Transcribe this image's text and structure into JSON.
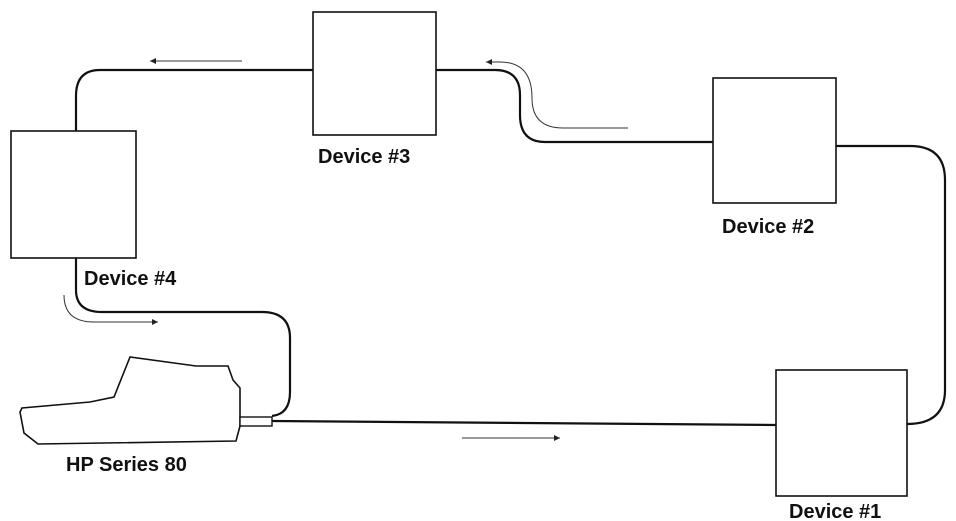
{
  "diagram": {
    "devices": [
      {
        "id": "device-1",
        "label": "Device #1"
      },
      {
        "id": "device-2",
        "label": "Device #2"
      },
      {
        "id": "device-3",
        "label": "Device #3"
      },
      {
        "id": "device-4",
        "label": "Device #4"
      }
    ],
    "controller": {
      "label": "HP Series 80"
    },
    "colors": {
      "line": "#111111",
      "background": "#ffffff"
    }
  }
}
